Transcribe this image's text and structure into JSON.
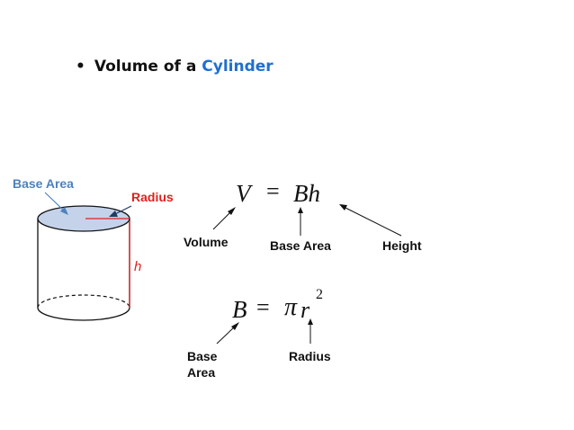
{
  "title": {
    "bullet": "•",
    "prefix": "Volume of a ",
    "highlight": "Cylinder"
  },
  "cylinder": {
    "base_area_label": "Base Area",
    "radius_label": "Radius",
    "height_label": "h"
  },
  "formula_volume": {
    "lhs": "V",
    "equals": "=",
    "rhs": "Bh",
    "labels": {
      "volume": "Volume",
      "base_area": "Base Area",
      "height": "Height"
    }
  },
  "formula_base": {
    "lhs": "B",
    "equals": "=",
    "pi": "π",
    "r": "r",
    "exponent": "2",
    "labels": {
      "base_line1": "Base",
      "base_line2": "Area",
      "radius": "Radius"
    }
  },
  "colors": {
    "accent_blue": "#1f6fd1",
    "label_blue": "#4f81bd",
    "radius_red": "#e0201f",
    "base_fill": "#c5d3ea"
  }
}
